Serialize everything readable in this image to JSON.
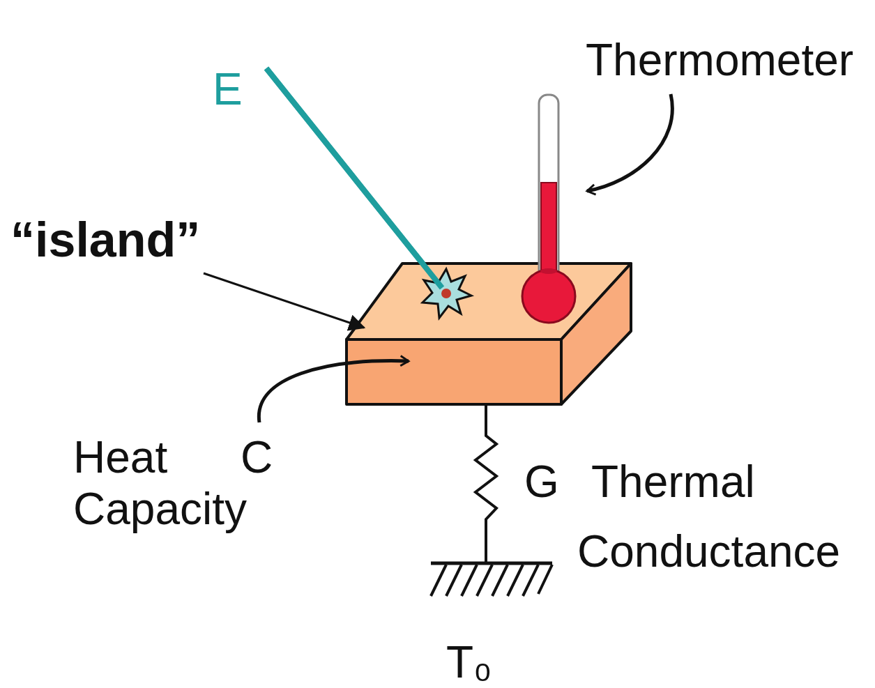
{
  "diagram": {
    "labels": [
      "E",
      "Thermometer",
      "“island”",
      "Heat Capacity",
      "C",
      "G",
      "Thermal Conductance",
      "T₀"
    ]
  }
}
